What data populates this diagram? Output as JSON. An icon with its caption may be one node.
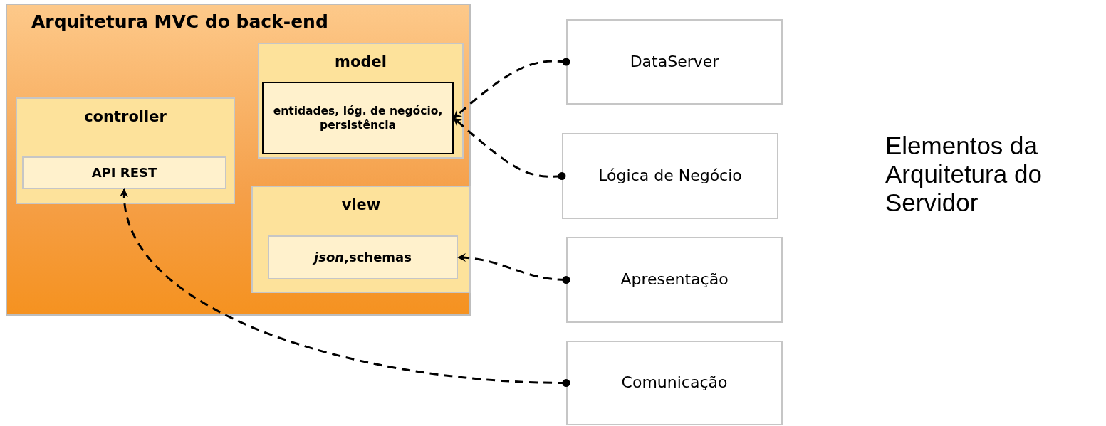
{
  "diagram": {
    "nodes": [
      {
        "text": [
          "Arquitetura MVC do back-end"
        ]
      },
      {
        "text": [
          "model"
        ],
        "in": 0
      },
      {
        "text": [
          "entidades, lóg. de negócio, persistência"
        ],
        "in": 1
      },
      {
        "text": [
          "controller"
        ],
        "in": 0
      },
      {
        "text": [
          "API REST"
        ],
        "in": 3
      },
      {
        "text": [
          "view"
        ],
        "in": 0
      },
      {
        "text": [
          "*json*,schemas"
        ],
        "in": 5
      },
      {
        "text": [
          "DataServer"
        ]
      },
      {
        "text": [
          "Lógica de Negócio"
        ]
      },
      {
        "text": [
          "Apresentação"
        ]
      },
      {
        "text": [
          "Comunicação"
        ]
      }
    ],
    "edges": [
      {
        "from": 7,
        "to": 2,
        "arrow": "to",
        "style": "dashed"
      },
      {
        "from": 8,
        "to": 2,
        "arrow": "to",
        "style": "dashed"
      },
      {
        "from": 9,
        "to": 6,
        "arrow": "to",
        "style": "dashed"
      },
      {
        "from": 10,
        "to": 4,
        "arrow": "to",
        "style": "dashed"
      }
    ],
    "labels": [
      "Elementos da Arquitetura do Servidor"
    ]
  }
}
